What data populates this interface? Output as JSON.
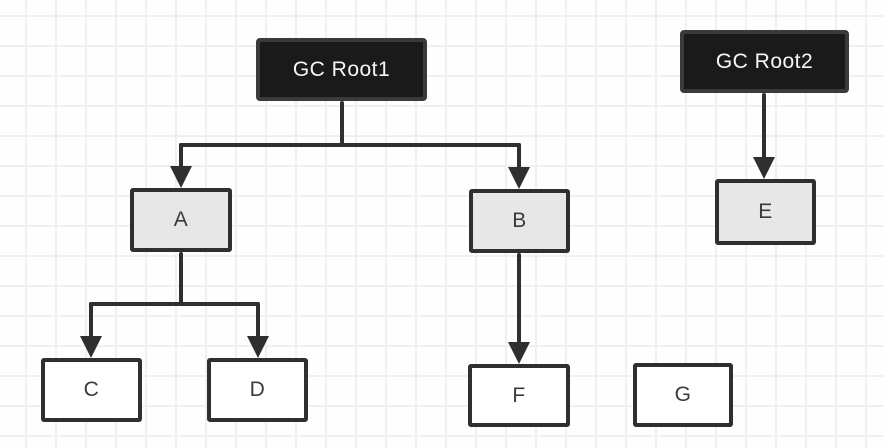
{
  "diagram": {
    "nodes": {
      "root1": {
        "label": "GC Root1",
        "type": "gc-root"
      },
      "root2": {
        "label": "GC Root2",
        "type": "gc-root"
      },
      "a": {
        "label": "A",
        "type": "object"
      },
      "b": {
        "label": "B",
        "type": "object"
      },
      "c": {
        "label": "C",
        "type": "object"
      },
      "d": {
        "label": "D",
        "type": "object"
      },
      "e": {
        "label": "E",
        "type": "object"
      },
      "f": {
        "label": "F",
        "type": "object"
      },
      "g": {
        "label": "G",
        "type": "object-unreferenced"
      }
    },
    "edges": [
      {
        "from": "GC Root1",
        "to": "A"
      },
      {
        "from": "GC Root1",
        "to": "B"
      },
      {
        "from": "A",
        "to": "C"
      },
      {
        "from": "A",
        "to": "D"
      },
      {
        "from": "B",
        "to": "F"
      },
      {
        "from": "GC Root2",
        "to": "E"
      }
    ],
    "colors": {
      "root_fill": "#1a1a1a",
      "root_border": "#3a3a3a",
      "root_text": "#f7f7f7",
      "object_fill": "#e7e7e7",
      "leaf_fill": "#ffffff",
      "stroke": "#2f2f2f",
      "node_text": "#3b3b3b",
      "grid_line": "#f0f0f0",
      "background": "#fefefe"
    }
  }
}
